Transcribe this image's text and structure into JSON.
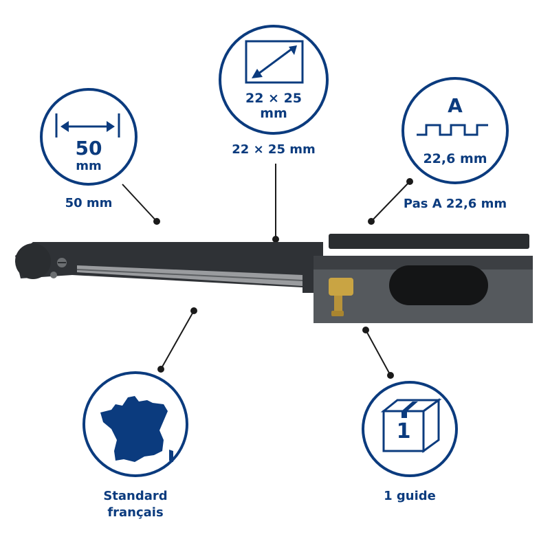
{
  "colors": {
    "brand": "#0b3b7e",
    "tool_dark": "#3a3d40",
    "tool_steel": "#8e9093",
    "brass": "#c9a443"
  },
  "features": {
    "width": {
      "icon": "width-arrow-icon",
      "value": "50",
      "unit": "mm",
      "caption": "50 mm"
    },
    "section": {
      "icon": "diagonal-square-icon",
      "value": "22 × 25",
      "unit": "mm",
      "caption": "22 × 25 mm"
    },
    "pitch": {
      "icon": "square-wave-icon",
      "letter": "A",
      "value": "22,6 mm",
      "caption": "Pas A 22,6 mm"
    },
    "origin": {
      "icon": "france-map-icon",
      "caption_line1": "Standard",
      "caption_line2": "français"
    },
    "quantity": {
      "icon": "box-icon",
      "number": "1",
      "caption": "1 guide"
    }
  },
  "product": {
    "icon": "chainsaw-guide-bar-icon"
  }
}
